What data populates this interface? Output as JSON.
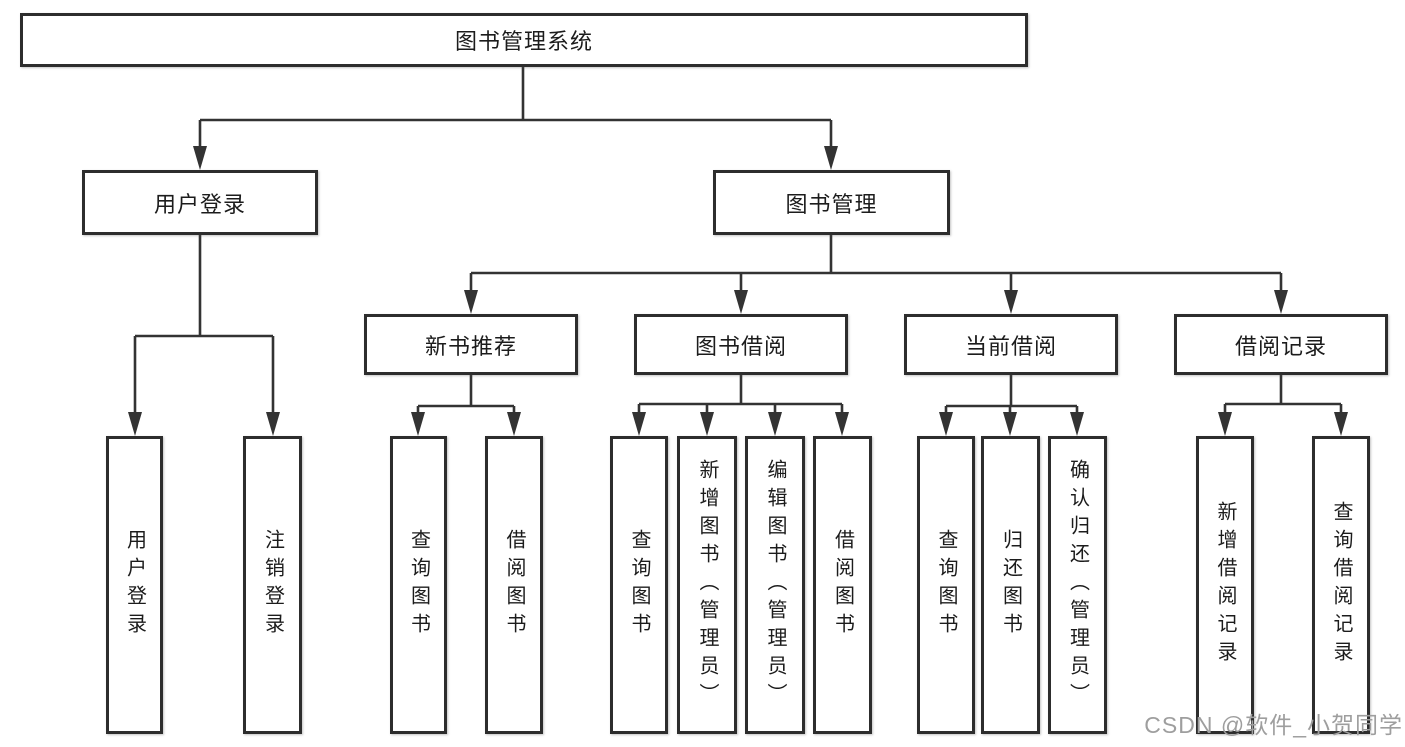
{
  "diagram_title": "图书管理系统",
  "colors": {
    "line": "#333333",
    "box_border": "#2d2d2d",
    "text": "#1c1c1c",
    "background": "#ffffff",
    "watermark": "#9e9e9e"
  },
  "tree": {
    "label": "图书管理系统",
    "children": [
      {
        "label": "用户登录",
        "children": [
          {
            "label": "用户登录"
          },
          {
            "label": "注销登录"
          }
        ]
      },
      {
        "label": "图书管理",
        "children": [
          {
            "label": "新书推荐",
            "children": [
              {
                "label": "查询图书"
              },
              {
                "label": "借阅图书"
              }
            ]
          },
          {
            "label": "图书借阅",
            "children": [
              {
                "label": "查询图书"
              },
              {
                "label": "新增图书（管理员）"
              },
              {
                "label": "编辑图书（管理员）"
              },
              {
                "label": "借阅图书"
              }
            ]
          },
          {
            "label": "当前借阅",
            "children": [
              {
                "label": "查询图书"
              },
              {
                "label": "归还图书"
              },
              {
                "label": "确认归还（管理员）"
              }
            ]
          },
          {
            "label": "借阅记录",
            "children": [
              {
                "label": "新增借阅记录"
              },
              {
                "label": "查询借阅记录"
              }
            ]
          }
        ]
      }
    ]
  },
  "watermark": "CSDN @软件_小贺同学"
}
